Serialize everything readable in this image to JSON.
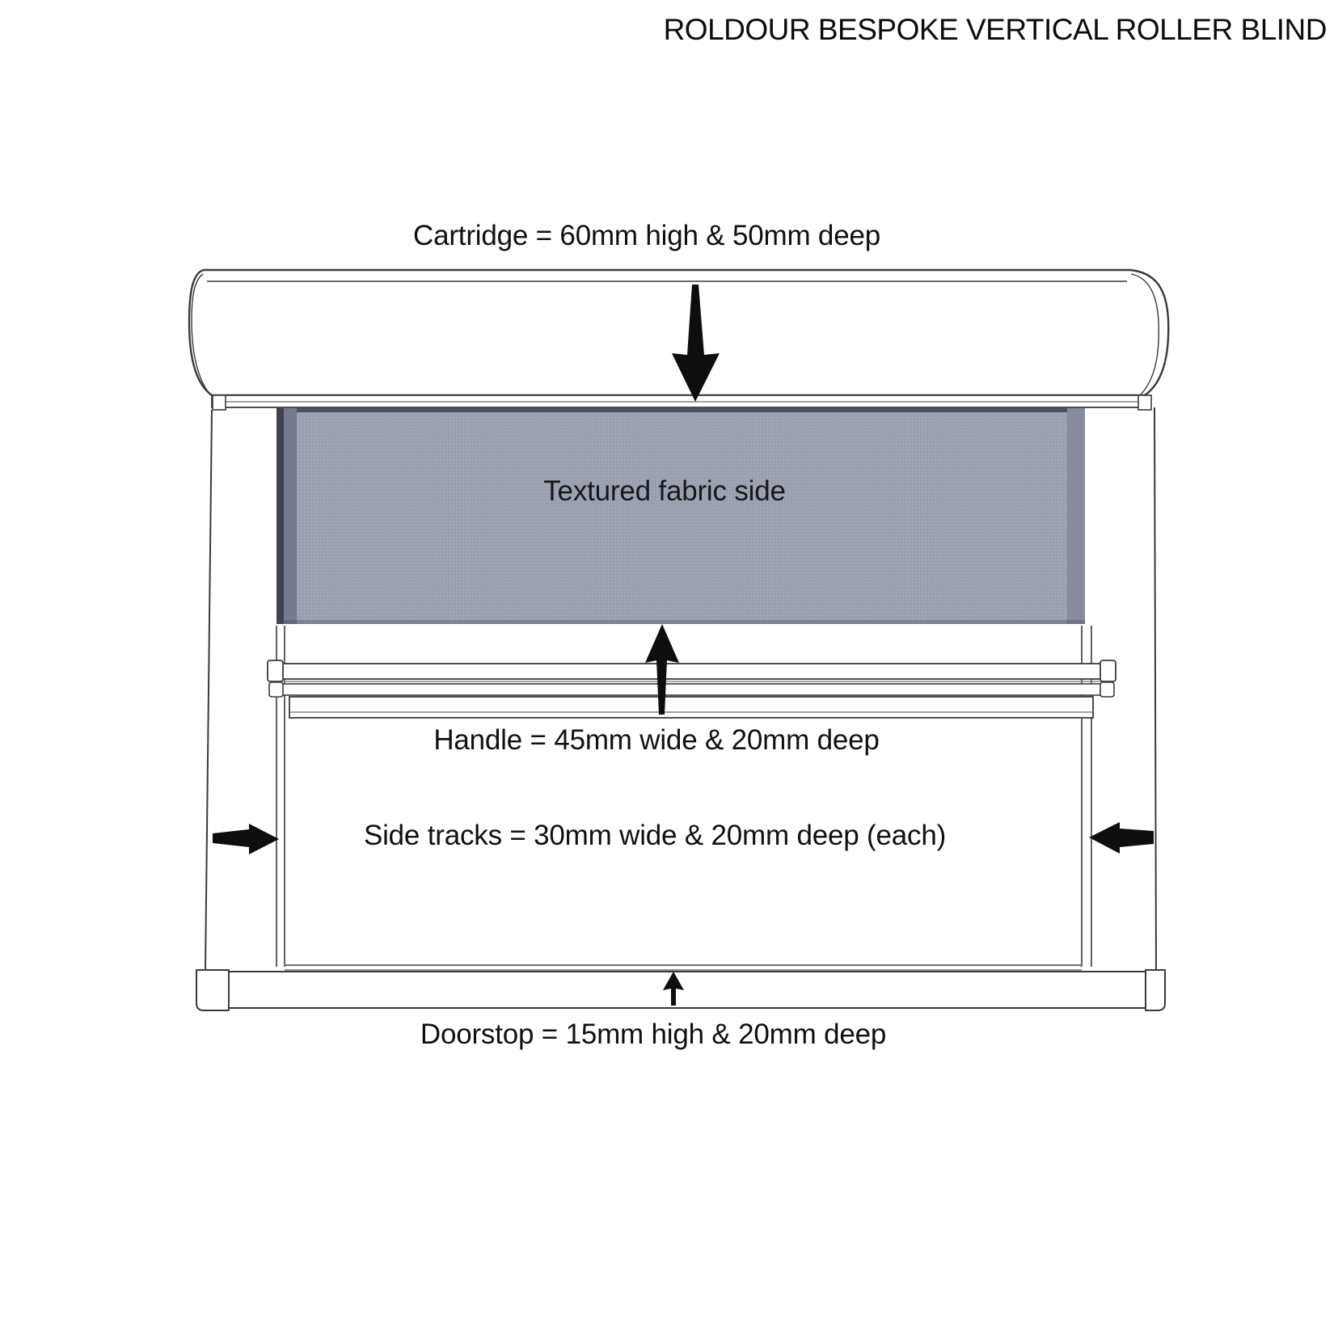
{
  "title": "ROLDOUR BESPOKE VERTICAL ROLLER BLIND",
  "diagram": {
    "labels": {
      "cartridge": "Cartridge = 60mm high & 50mm deep",
      "fabric": "Textured fabric side",
      "handle": "Handle = 45mm wide & 20mm deep",
      "side_tracks": "Side tracks = 30mm wide & 20mm deep (each)",
      "doorstop": "Doorstop = 15mm high & 20mm deep"
    },
    "icons": {
      "cartridge_arrow": "down-arrow-icon",
      "handle_arrow": "up-arrow-icon",
      "left_track_arrow": "right-arrow-icon",
      "right_track_arrow": "left-arrow-icon",
      "doorstop_arrow": "small-up-arrow-icon"
    },
    "colors": {
      "background": "#ffffff",
      "outline": "#3a3a3a",
      "arrow": "#0e0e0e",
      "text": "#111111",
      "fabric_fill": "#9ba1b0",
      "fabric_edge_dark": "#3f4350",
      "fabric_edge_mid": "#757b8e",
      "fabric_top_line": "#4d5160"
    }
  }
}
